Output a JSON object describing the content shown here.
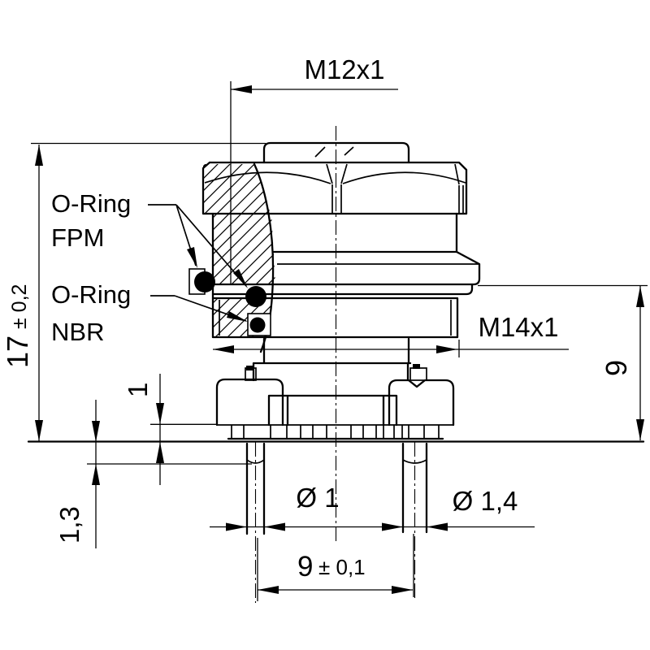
{
  "drawing": {
    "title": "M12 connector cross-section technical drawing",
    "colors": {
      "line": "#000000",
      "background": "#ffffff"
    },
    "labels": {
      "thread_top": "M12x1",
      "thread_bottom": "M14x1",
      "oring_fpm": {
        "line1": "O-Ring",
        "line2": "FPM"
      },
      "oring_nbr": {
        "line1": "O-Ring",
        "line2": "NBR"
      },
      "height": {
        "value": "17",
        "tolerance": "± 0,2"
      },
      "thread_depth": "9",
      "flange_gap": "1",
      "pin_collar": "1,3",
      "pin_dia_small": "Ø 1",
      "pin_dia_large": "Ø 1,4",
      "pin_spacing": {
        "value": "9",
        "tolerance": "± 0,1"
      }
    }
  }
}
